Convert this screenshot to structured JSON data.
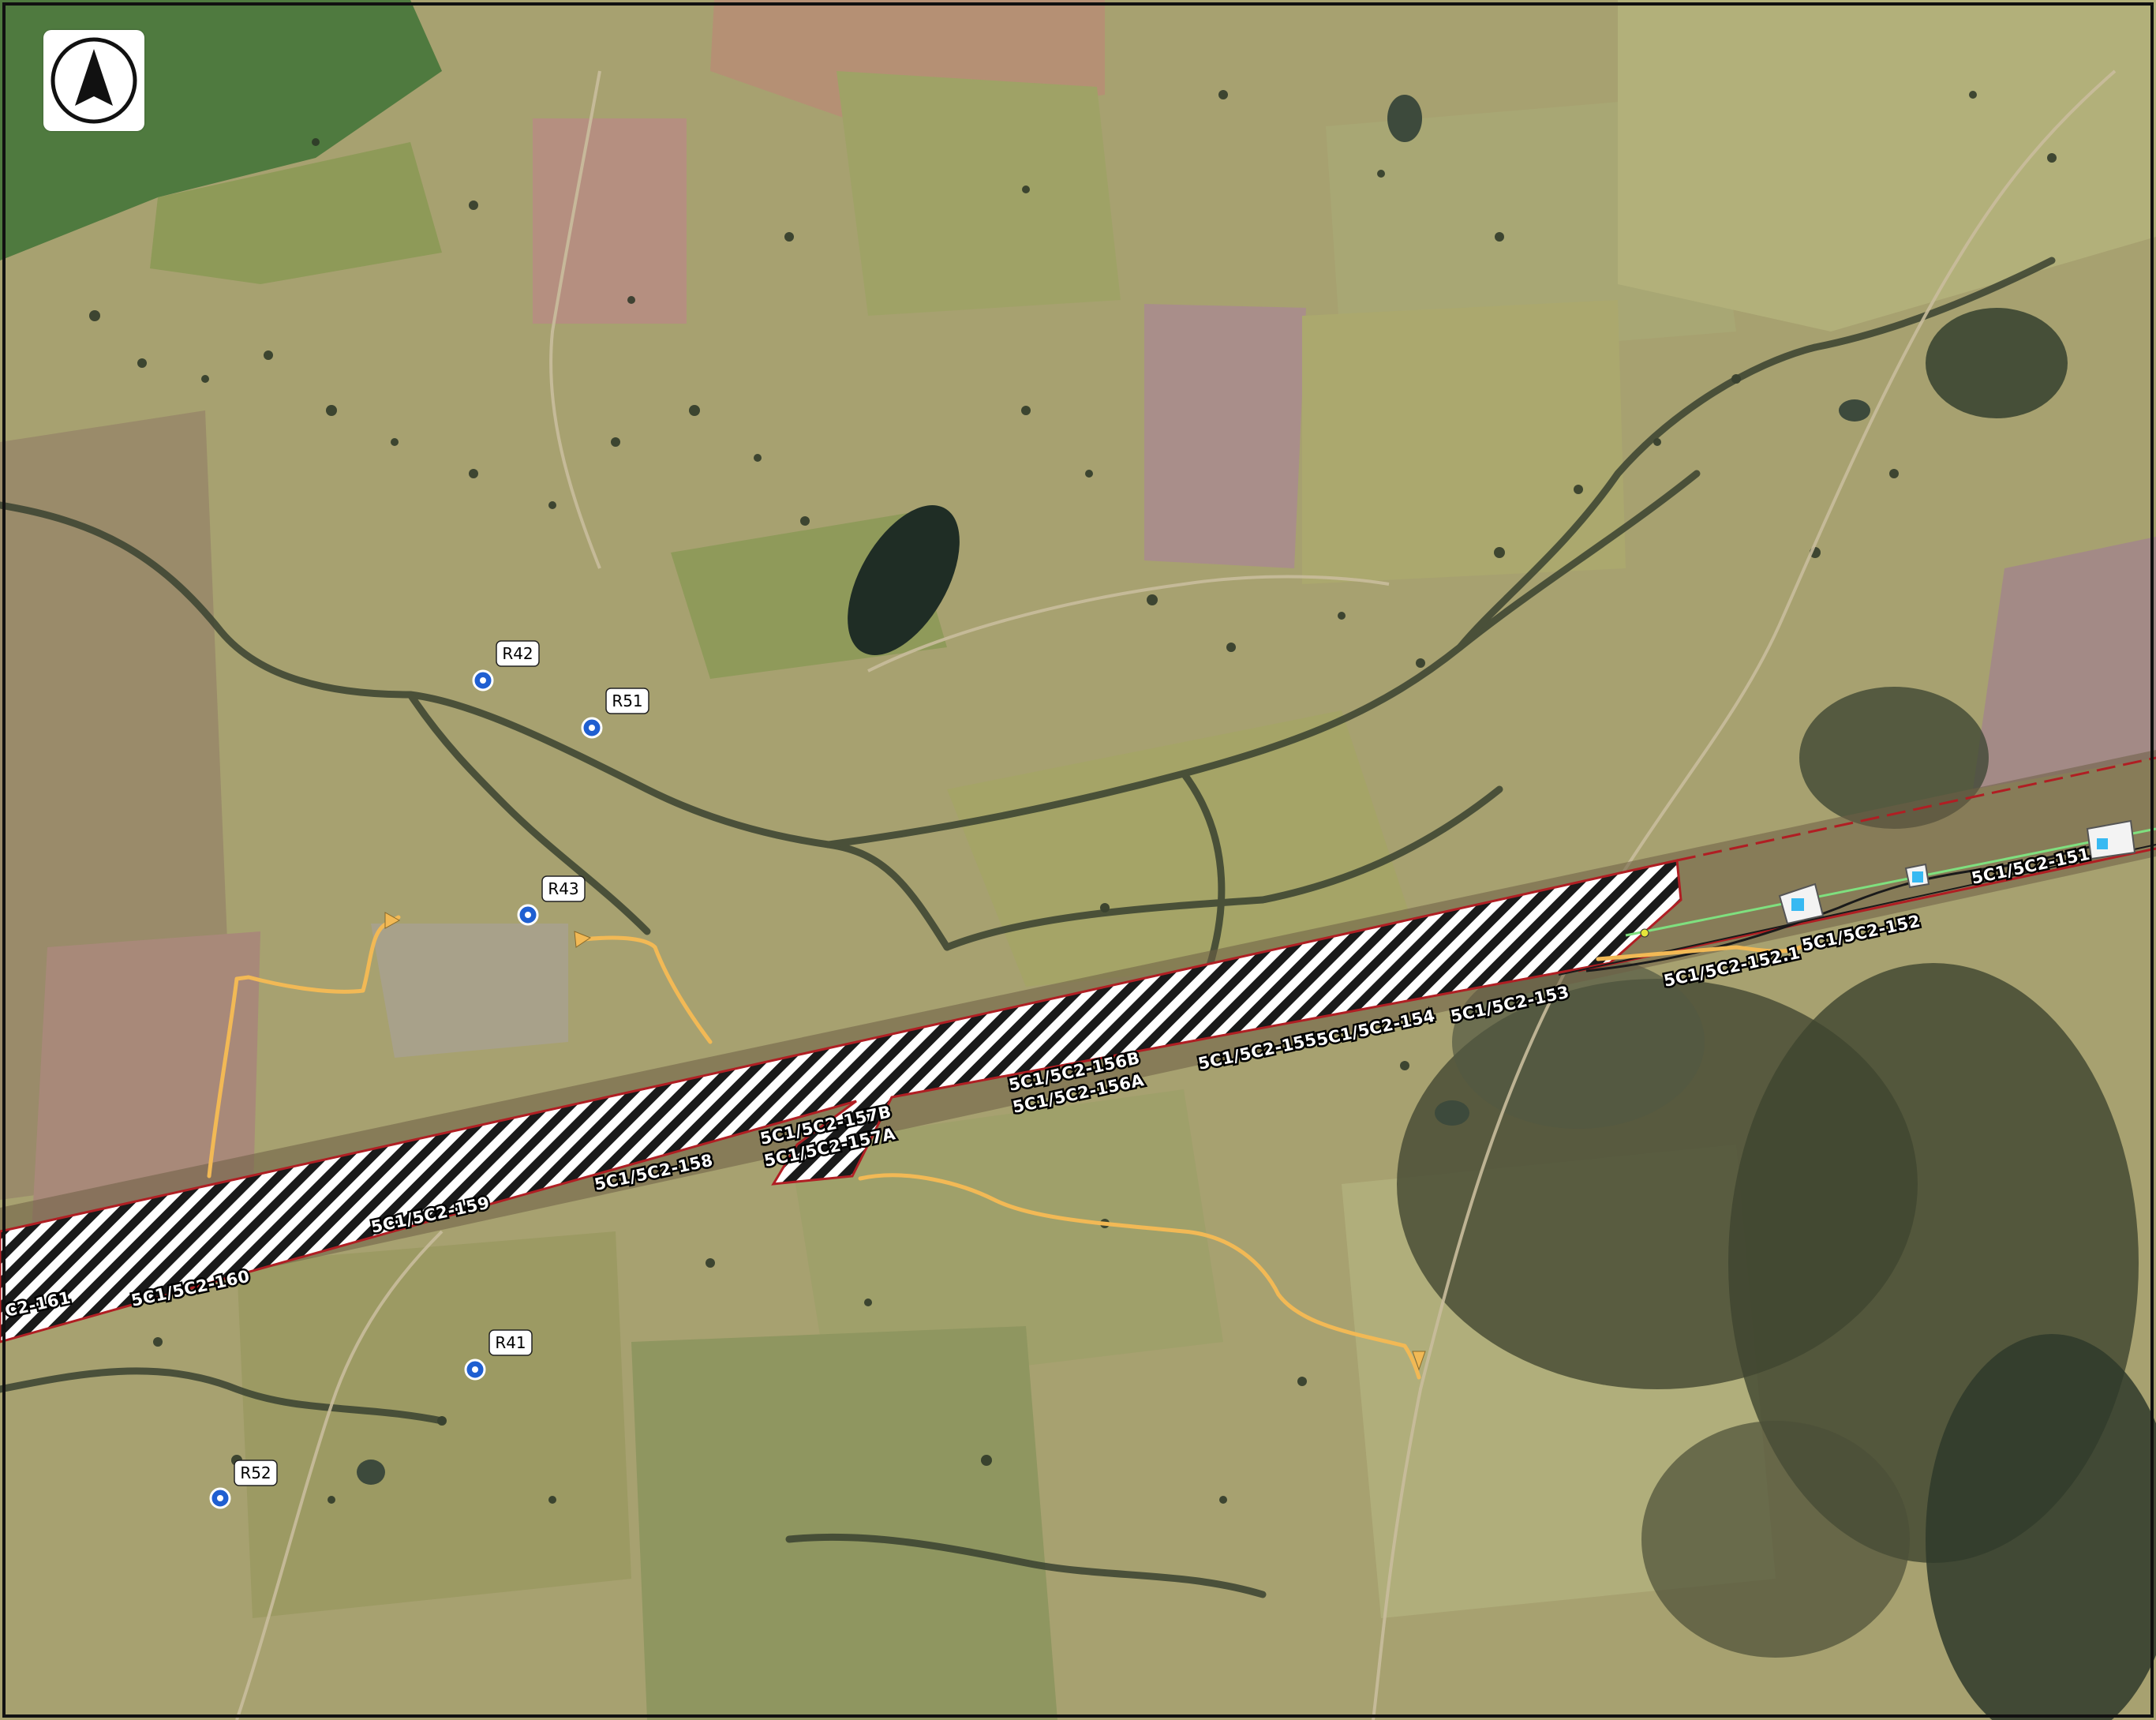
{
  "map": {
    "north_arrow": {
      "icon": "north-arrow-icon"
    },
    "corridor_labels": [
      "5C1/5C2-151",
      "5C1/5C2-152",
      "5C1/5C2-152.1",
      "5C1/5C2-153",
      "5C1/5C2-154",
      "5C1/5C2-155",
      "5C1/5C2-156B",
      "5C1/5C2-156A",
      "5C1/5C2-157B",
      "5C1/5C2-157A",
      "5C1/5C2-158",
      "5C1/5C2-159",
      "5C1/5C2-160",
      "C2-161"
    ],
    "receivers": [
      {
        "id": "R42",
        "icon": "receiver-icon"
      },
      {
        "id": "R51",
        "icon": "receiver-icon"
      },
      {
        "id": "R43",
        "icon": "receiver-icon"
      },
      {
        "id": "R41",
        "icon": "receiver-icon"
      },
      {
        "id": "R52",
        "icon": "receiver-icon"
      }
    ],
    "colors": {
      "access_track": "#f2b955",
      "corridor_boundary": "#b01e23",
      "corridor_hatch": "#1a1a1a",
      "receiver_marker": "#1f5fd1",
      "alignment_line": "#7fe07f",
      "structure_marker": "#37b9f2"
    }
  }
}
